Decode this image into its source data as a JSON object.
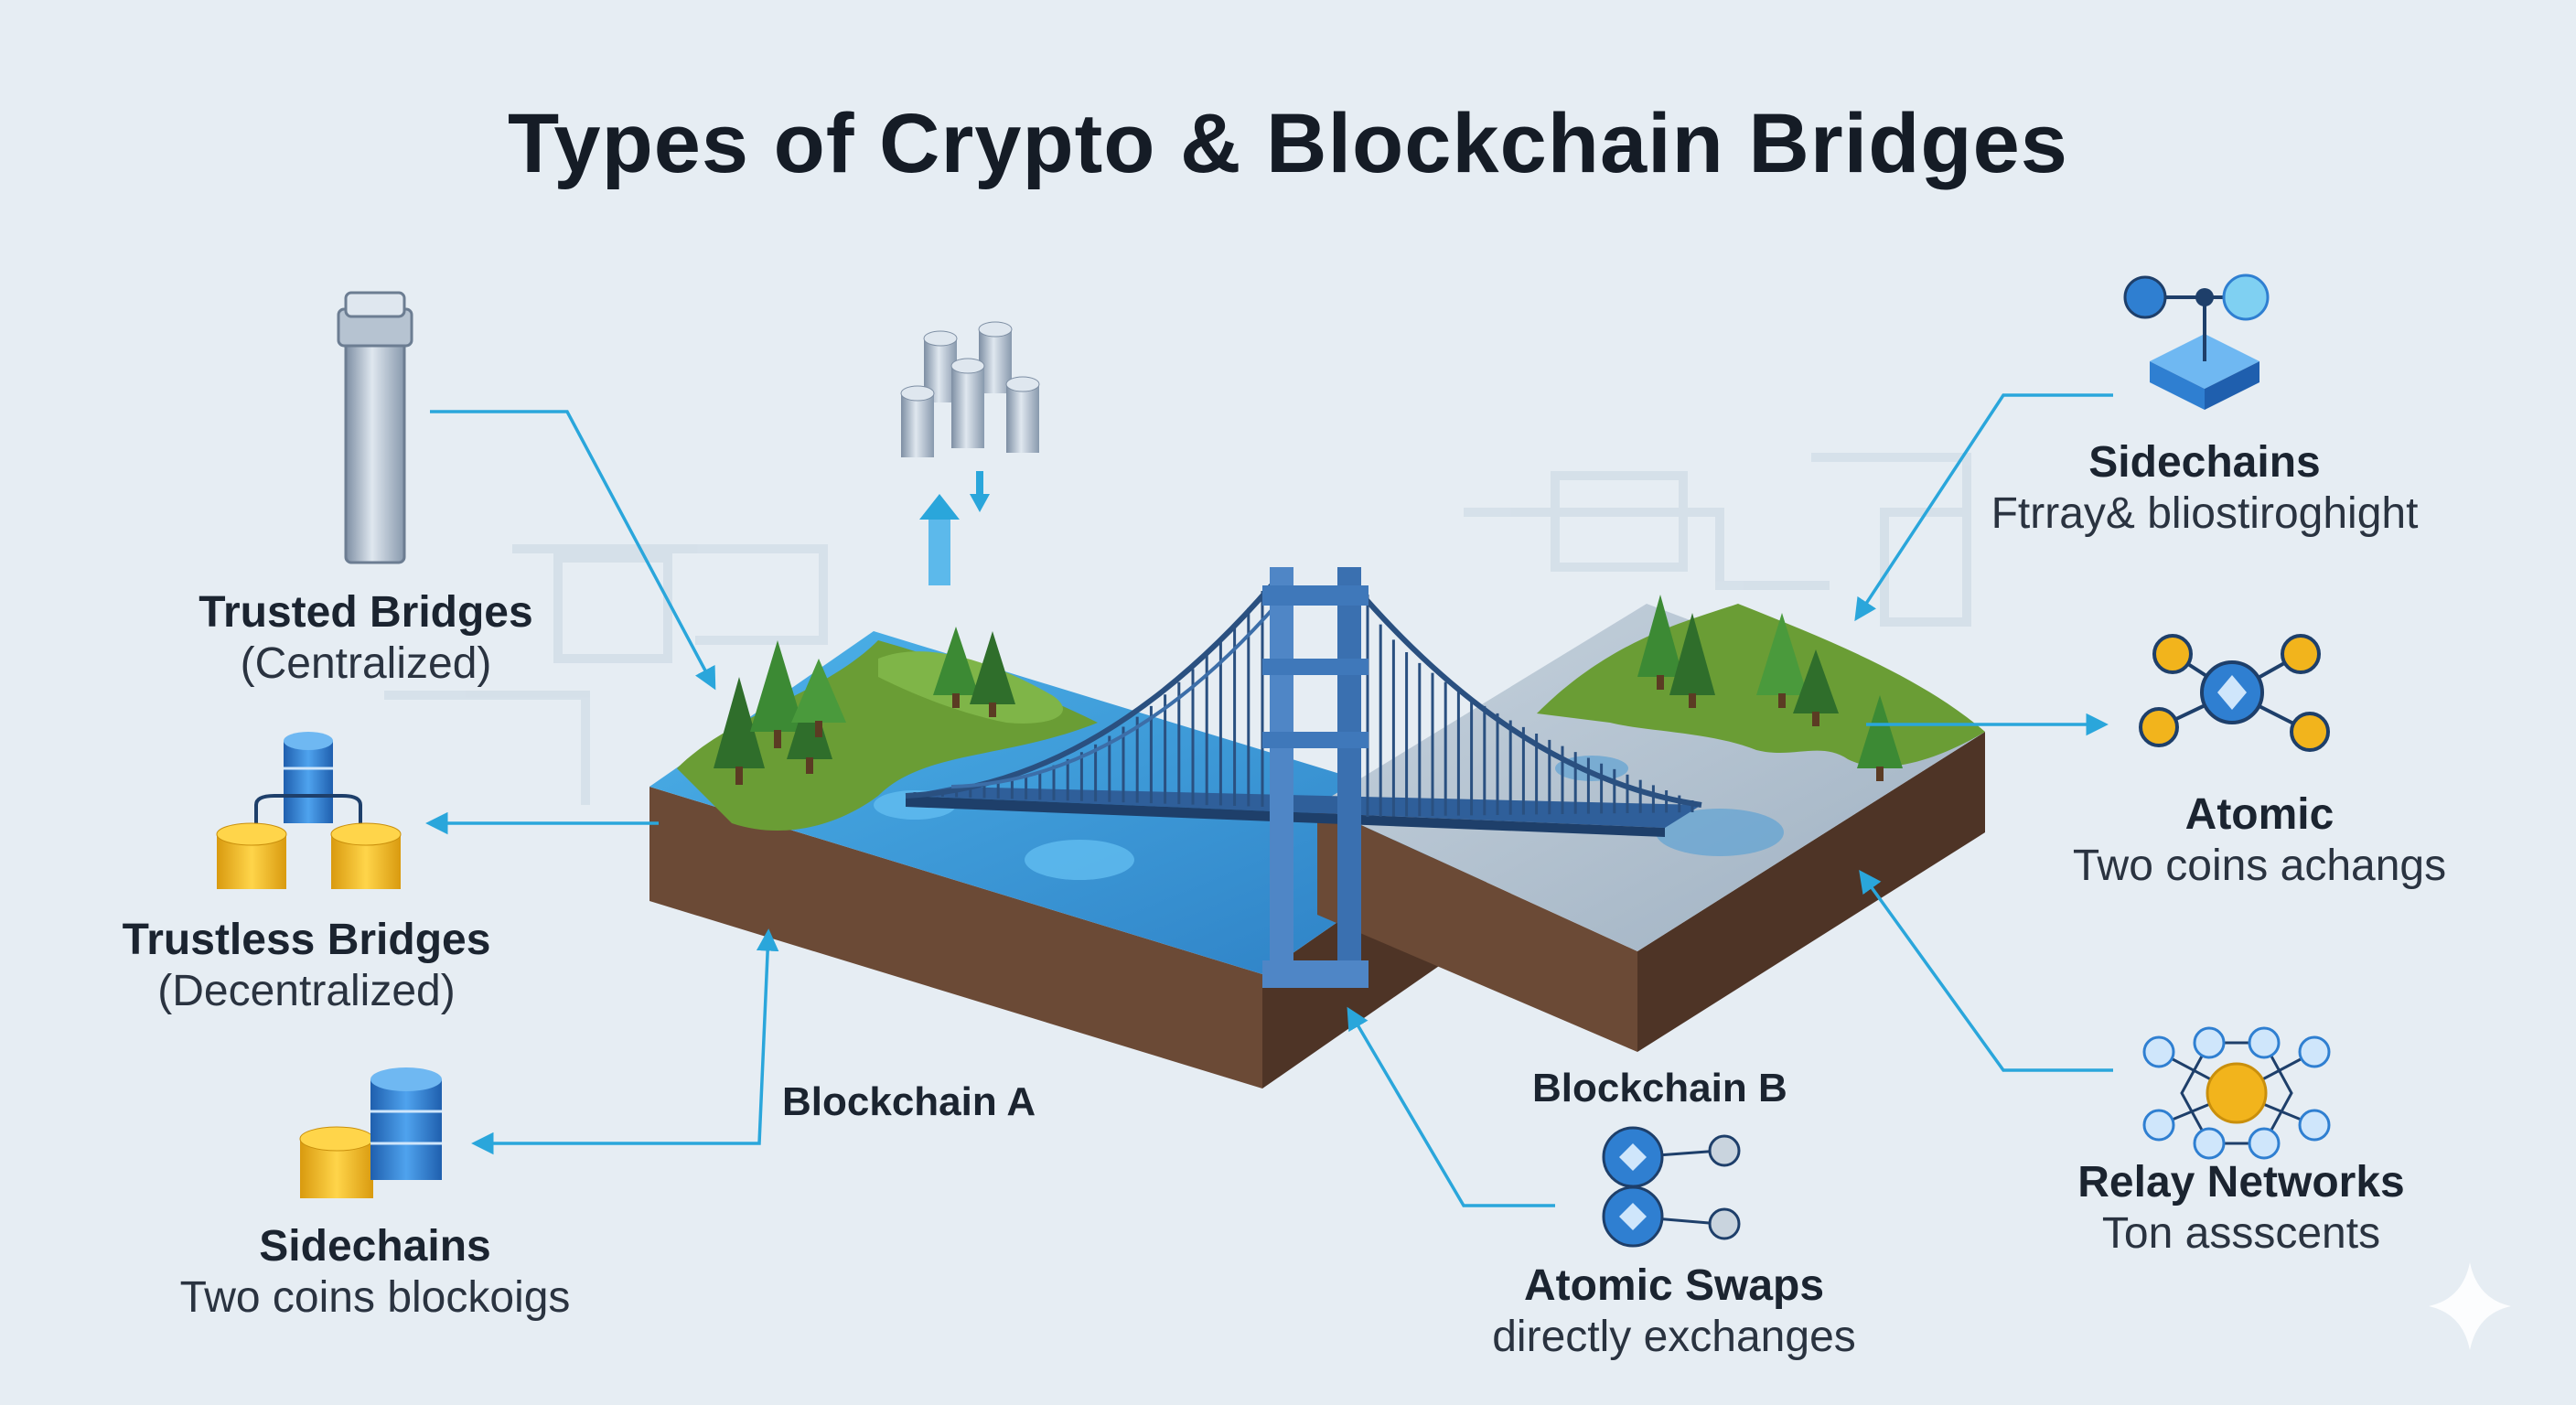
{
  "title": "Types of Crypto & Blockchain Bridges",
  "colors": {
    "background": "#e6edf3",
    "arrow": "#2aa6db",
    "water": "#3aa3df",
    "grass": "#6a9d35",
    "soil": "#6b4a36",
    "bridge": "#4f86c6",
    "coin_gold": "#f2b41c",
    "node_blue": "#2f7fd1"
  },
  "labels": {
    "trusted": {
      "heading": "Trusted Bridges",
      "sub": "(Centralized)"
    },
    "trustless": {
      "heading": "Trustless Bridges",
      "sub": "(Decentralized)"
    },
    "sidechains_left": {
      "heading": "Sidechains",
      "sub": "Two coins blockoigs"
    },
    "sidechains_right": {
      "heading": "Sidechains",
      "sub": "Ftrray& bliostiroghight"
    },
    "atomic": {
      "heading": "Atomic",
      "sub": "Two coins achangs"
    },
    "relay": {
      "heading": "Relay Networks",
      "sub": "Ton assscents"
    },
    "atomic_swaps": {
      "heading": "Atomic Swaps",
      "sub": "directly exchanges"
    }
  },
  "chains": {
    "a": "Blockchain A",
    "b": "Blockchain B"
  },
  "icons": {
    "trusted": "server-pillar-icon",
    "trustless": "database-coins-icon",
    "sidechains_left": "coin-stack-icon",
    "sidechains_right": "sidechain-node-icon",
    "atomic": "coin-network-icon",
    "relay": "relay-network-icon",
    "atomic_swaps": "swap-nodes-icon",
    "top": "cylinders-icon",
    "sparkle": "sparkle-icon"
  }
}
